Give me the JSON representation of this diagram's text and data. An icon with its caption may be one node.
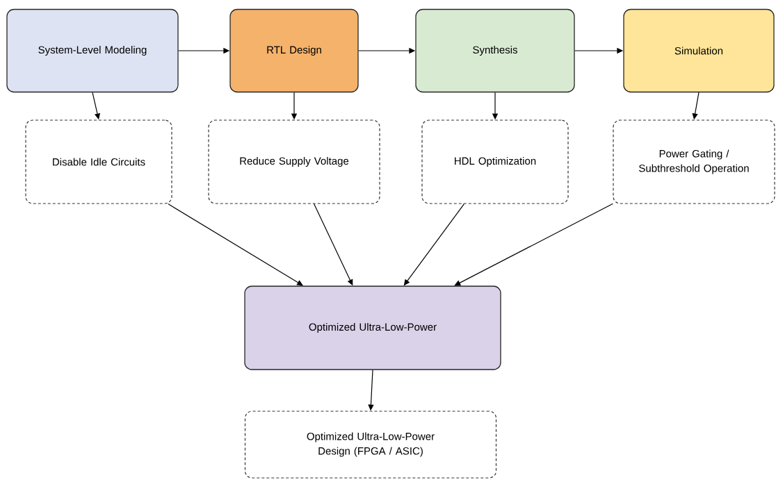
{
  "diagram": {
    "nodes": [
      {
        "text": [
          "System-Level Modeling"
        ]
      },
      {
        "text": [
          "RTL Design"
        ]
      },
      {
        "text": [
          "Synthesis"
        ]
      },
      {
        "text": [
          "Simulation"
        ]
      },
      {
        "text": [
          "Disable Idle Circuits"
        ]
      },
      {
        "text": [
          "Reduce Supply Voltage"
        ]
      },
      {
        "text": [
          "HDL Optimization"
        ]
      },
      {
        "text": [
          "Power Gating / Subthreshold Operation"
        ]
      },
      {
        "text": [
          "Optimized Ultra-Low-Power"
        ]
      },
      {
        "text": [
          "Optimized Ultra-Low-Power Design (FPGA / ASIC)"
        ]
      }
    ],
    "edges": [
      {
        "from": 0,
        "to": 1,
        "arrow": "to"
      },
      {
        "from": 1,
        "to": 2,
        "arrow": "to"
      },
      {
        "from": 2,
        "to": 3,
        "arrow": "to"
      },
      {
        "from": 0,
        "to": 4,
        "arrow": "to"
      },
      {
        "from": 1,
        "to": 5,
        "arrow": "to"
      },
      {
        "from": 2,
        "to": 6,
        "arrow": "to"
      },
      {
        "from": 3,
        "to": 7,
        "arrow": "to"
      },
      {
        "from": 4,
        "to": 8,
        "arrow": "to"
      },
      {
        "from": 5,
        "to": 8,
        "arrow": "to"
      },
      {
        "from": 6,
        "to": 8,
        "arrow": "to"
      },
      {
        "from": 7,
        "to": 8,
        "arrow": "to"
      },
      {
        "from": 8,
        "to": 9,
        "arrow": "to"
      }
    ]
  }
}
